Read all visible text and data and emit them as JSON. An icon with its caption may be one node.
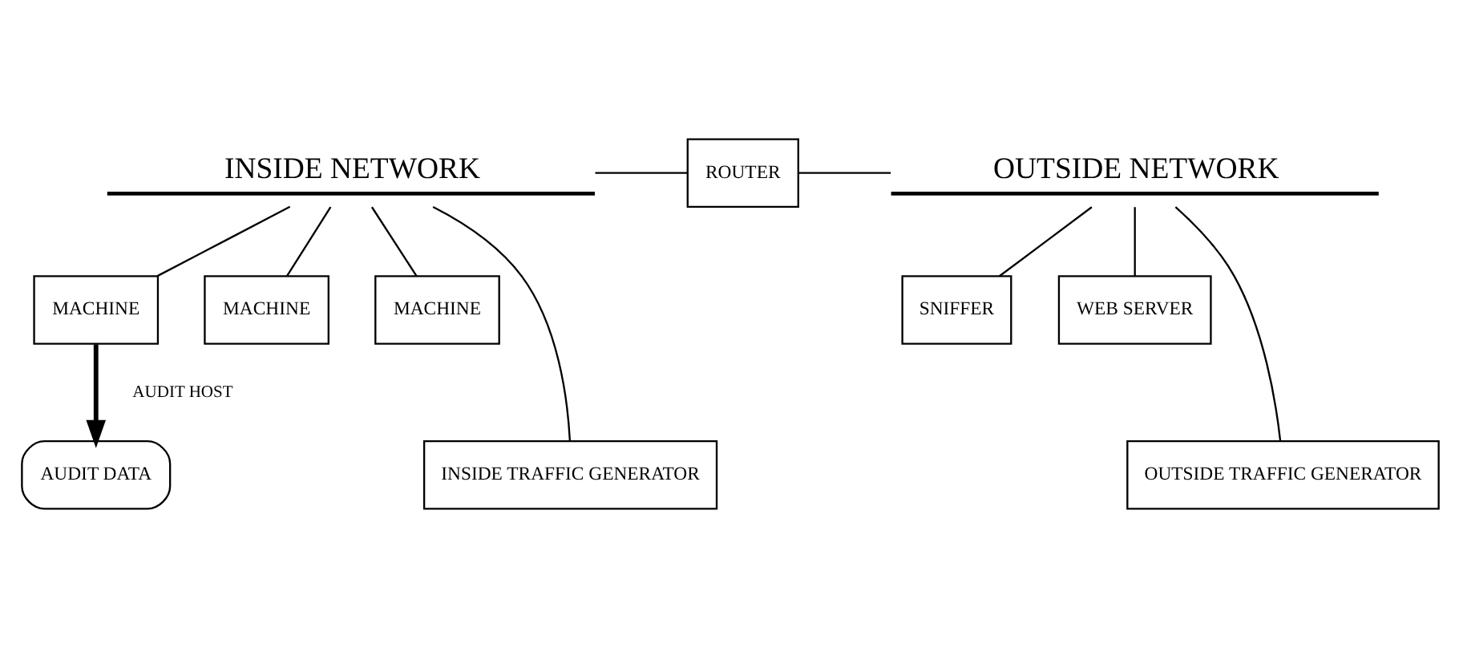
{
  "diagram": {
    "nodes": [
      {
        "text": [
          "INSIDE NETWORK"
        ]
      },
      {
        "text": [
          "ROUTER"
        ]
      },
      {
        "text": [
          "OUTSIDE NETWORK"
        ]
      },
      {
        "text": [
          "MACHINE"
        ]
      },
      {
        "text": [
          "MACHINE"
        ]
      },
      {
        "text": [
          "MACHINE"
        ]
      },
      {
        "text": [
          "INSIDE TRAFFIC GENERATOR"
        ]
      },
      {
        "text": [
          "SNIFFER"
        ]
      },
      {
        "text": [
          "WEB SERVER"
        ]
      },
      {
        "text": [
          "OUTSIDE TRAFFIC GENERATOR"
        ]
      },
      {
        "text": [
          "AUDIT DATA"
        ]
      }
    ],
    "edges": [
      {
        "from": 0,
        "to": 1,
        "arrow": "none"
      },
      {
        "from": 1,
        "to": 2,
        "arrow": "none"
      },
      {
        "from": 0,
        "to": 3,
        "arrow": "none"
      },
      {
        "from": 0,
        "to": 4,
        "arrow": "none"
      },
      {
        "from": 0,
        "to": 5,
        "arrow": "none"
      },
      {
        "from": 0,
        "to": 6,
        "arrow": "none"
      },
      {
        "from": 2,
        "to": 7,
        "arrow": "none"
      },
      {
        "from": 2,
        "to": 9,
        "arrow": "none"
      },
      {
        "from": 2,
        "to": 8,
        "arrow": "none"
      },
      {
        "from": 3,
        "to": 10,
        "arrow": "to",
        "label": "AUDIT HOST",
        "style": "thick"
      }
    ]
  }
}
